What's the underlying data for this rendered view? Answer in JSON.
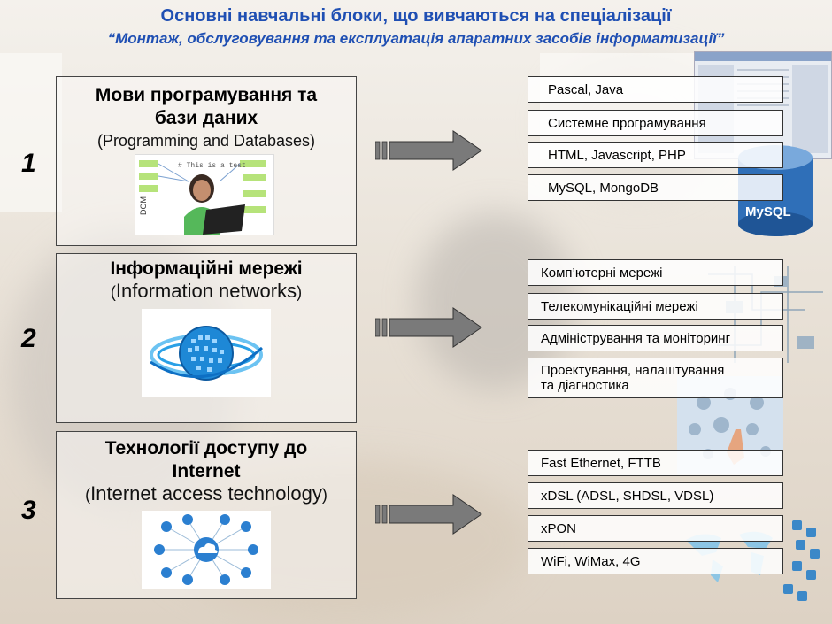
{
  "header": {
    "title": "Основні навчальні блоки, що вивчаються на спеціалізації",
    "subtitle": "“Монтаж, обслуговування та експлуатація апаратних засобів інформатизації”"
  },
  "blocks": [
    {
      "number": "1",
      "title_line1": "Мови програмування та",
      "title_line2": "бази даних",
      "english": "(Programming and Databases)",
      "items": [
        "Pascal, Java",
        "Системне програмування",
        "HTML, Javascript, PHP",
        "MySQL, MongoDB"
      ]
    },
    {
      "number": "2",
      "title_line1": "Інформаційні мережі",
      "english_open": "(",
      "english": "Information networks",
      "english_close": ")",
      "items": [
        "Комп’ютерні мережі",
        "Телекомунікаційні мережі",
        "Адміністрування та моніторинг",
        "Проектування, налаштування",
        "та діагностика"
      ]
    },
    {
      "number": "3",
      "title_line1": "Технології доступу до",
      "title_line2": "Internet",
      "english_open": "(",
      "english": "Internet access technology",
      "english_close": ")",
      "items": [
        "Fast Ethernet, FTTB",
        "xDSL (ADSL, SHDSL, VDSL)",
        "xPON",
        "WiFi, WiMax, 4G"
      ]
    }
  ],
  "illustrations": {
    "code_snippet": "# This is a test",
    "dom_label": "DOM",
    "mysql_logo": "MySQL"
  },
  "colors": {
    "title": "#1f4fb3",
    "arrow_fill": "#7a7a7a",
    "globe": "#1e88d6"
  }
}
